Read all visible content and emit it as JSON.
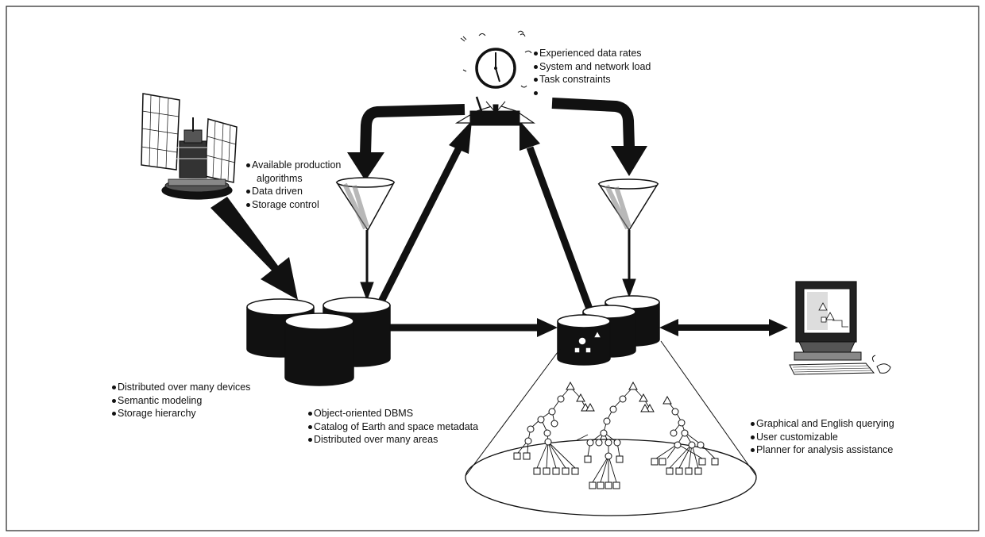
{
  "notes": {
    "scheduler": [
      "Experienced data rates",
      "System and network load",
      "Task constraints",
      ""
    ],
    "satellite": [
      "Available production",
      "algorithms",
      "Data driven",
      "Storage control"
    ],
    "storage": [
      "Distributed over many devices",
      "Semantic modeling",
      "Storage hierarchy"
    ],
    "dbms": [
      "Object-oriented DBMS",
      "Catalog of Earth and space metadata",
      "Distributed over many areas"
    ],
    "user": [
      "Graphical and English querying",
      "User customizable",
      "Planner for analysis assistance"
    ]
  }
}
